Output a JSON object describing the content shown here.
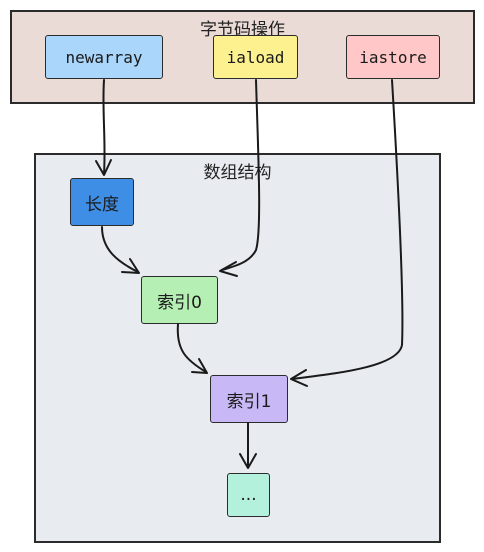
{
  "groups": {
    "bytecode": {
      "title": "字节码操作",
      "fill": "#eadbd6"
    },
    "array": {
      "title": "数组结构",
      "fill": "#e8ecf0"
    }
  },
  "nodes": {
    "newarray": {
      "label": "newarray",
      "fill": "#a9d6fa"
    },
    "iaload": {
      "label": "iaload",
      "fill": "#fdf08f"
    },
    "iastore": {
      "label": "iastore",
      "fill": "#ffc7c7"
    },
    "length": {
      "label": "长度",
      "fill": "#3f8ee6"
    },
    "index0": {
      "label": "索引0",
      "fill": "#b6efb3"
    },
    "index1": {
      "label": "索引1",
      "fill": "#c9b8f6"
    },
    "ellipsis": {
      "label": "...",
      "fill": "#b4f1dc"
    }
  }
}
